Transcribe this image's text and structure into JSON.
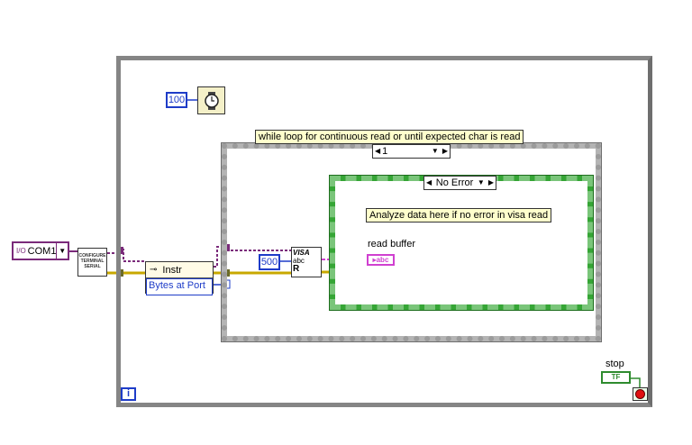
{
  "while_loop": {
    "iteration_terminal": "i",
    "wait_ms_constant": "100",
    "stop_label": "stop",
    "stop_indicator": "TF"
  },
  "com_port": {
    "prefix": "I/O",
    "value": "COM1"
  },
  "configure_node": {
    "lines": [
      "CONFIGURE",
      "TERMINAL",
      "SERIAL"
    ]
  },
  "property_node": {
    "class": "Instr",
    "property": "Bytes at Port"
  },
  "inner_loop": {
    "label": "while loop for continuous read or until expected char is read",
    "case_selector": "1"
  },
  "read_timeout_constant": "500",
  "visa_read": {
    "top": "VISA",
    "mid": "abc",
    "bottom": "R"
  },
  "case_structure": {
    "selector": "No Error",
    "note": "Analyze data here if no error in visa read",
    "indicator_label": "read buffer",
    "indicator_type": "abc"
  },
  "colors": {
    "loop_border": "#858585",
    "case_border": "#35a535",
    "error_wire": "#c8a800",
    "visa_wire": "#7a2a7a",
    "integer_wire": "#1e3cc8",
    "string_wire": "#d040d0",
    "bool_wire": "#2e8b2e"
  }
}
